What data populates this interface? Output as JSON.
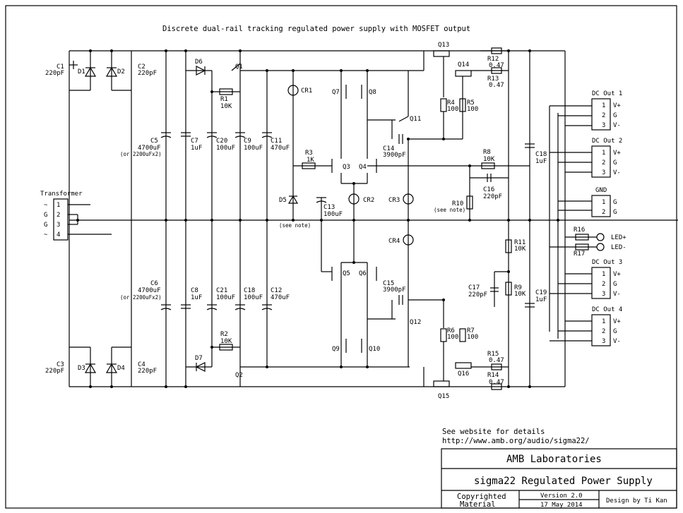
{
  "title": "Discrete dual-rail tracking regulated power supply with MOSFET output",
  "transformer": {
    "label": "Transformer",
    "pins": [
      "1",
      "2",
      "3",
      "4"
    ],
    "sides": [
      "~",
      "G",
      "G",
      "~"
    ]
  },
  "labels": {
    "c1": "C1",
    "c1v": "220pF",
    "c2": "C2",
    "c2v": "220pF",
    "c3": "C3",
    "c3v": "220pF",
    "c4": "C4",
    "c4v": "220pF",
    "d1": "D1",
    "d2": "D2",
    "d3": "D3",
    "d4": "D4",
    "c5": "C5",
    "c5v": "4700uF",
    "c5alt": "(or 2200uFx2)",
    "c6": "C6",
    "c6v": "4700uF",
    "c6alt": "(or 2200uFx2)",
    "c7": "C7",
    "c7v": "1uF",
    "c8": "C8",
    "c8v": "1uF",
    "d6": "D6",
    "d7": "D7",
    "r1": "R1",
    "r1v": "10K",
    "r2": "R2",
    "r2v": "10K",
    "q1": "Q1",
    "q2": "Q2",
    "c20": "C20",
    "c20v": "100uF",
    "c9": "C9",
    "c9v": "100uF",
    "c11": "C11",
    "c11v": "470uF",
    "c21": "C21",
    "c21v": "100uF",
    "c18": "C18",
    "c18v": "100uF",
    "c12": "C12",
    "c12v": "470uF",
    "cr1": "CR1",
    "cr2": "CR2",
    "cr3": "CR3",
    "cr4": "CR4",
    "d5": "D5",
    "see_note_1": "(see note)",
    "see_note_2": "(see note)",
    "r3": "R3",
    "r3v": "1K",
    "q3": "Q3",
    "q4": "Q4",
    "q5": "Q5",
    "q6": "Q6",
    "q7": "Q7",
    "q8": "Q8",
    "q9": "Q9",
    "q10": "Q10",
    "c13": "C13",
    "c13v": "100uF",
    "q11": "Q11",
    "q12": "Q12",
    "c14": "C14",
    "c14v": "3900pF",
    "c15": "C15",
    "c15v": "3900pF",
    "q13": "Q13",
    "q14": "Q14",
    "q15": "Q15",
    "q16": "Q16",
    "r12": "R12",
    "r12v": "0.47",
    "r13": "R13",
    "r13v": "0.47",
    "r14": "R14",
    "r14v": "0.47",
    "r15": "R15",
    "r15v": "0.47",
    "r4": "R4",
    "r4v": "100",
    "r5": "R5",
    "r5v": "100",
    "r6": "R6",
    "r6v": "100",
    "r7": "R7",
    "r7v": "100",
    "r8": "R8",
    "r8v": "10K",
    "c16": "C16",
    "c16v": "220pF",
    "r10": "R10",
    "r11": "R11",
    "r11v": "10K",
    "r9": "R9",
    "r9v": "10K",
    "c17": "C17",
    "c17v": "220pF",
    "c18r": "C18",
    "c18rv": "1uF",
    "c19": "C19",
    "c19v": "1uF",
    "r16": "R16",
    "r17": "R17"
  },
  "outputs": [
    {
      "title": "DC Out 1",
      "pins": [
        "V+",
        "G",
        "V-"
      ]
    },
    {
      "title": "DC Out 2",
      "pins": [
        "V+",
        "G",
        "V-"
      ]
    },
    {
      "title": "DC Out 3",
      "pins": [
        "V+",
        "G",
        "V-"
      ]
    },
    {
      "title": "DC Out 4",
      "pins": [
        "V+",
        "G",
        "V-"
      ]
    }
  ],
  "gnd": {
    "title": "GND",
    "pins": [
      "G",
      "G"
    ]
  },
  "led": {
    "plus": "LED+",
    "minus": "LED-"
  },
  "note": {
    "line1": "See website for details",
    "url": "http://www.amb.org/audio/sigma22/"
  },
  "titleblock": {
    "company": "AMB Laboratories",
    "project": "sigma22 Regulated Power Supply",
    "copyright1": "Copyrighted",
    "copyright2": "Material",
    "version": "Version 2.0",
    "date": "17 May 2014",
    "designer": "Design by Ti Kan"
  }
}
